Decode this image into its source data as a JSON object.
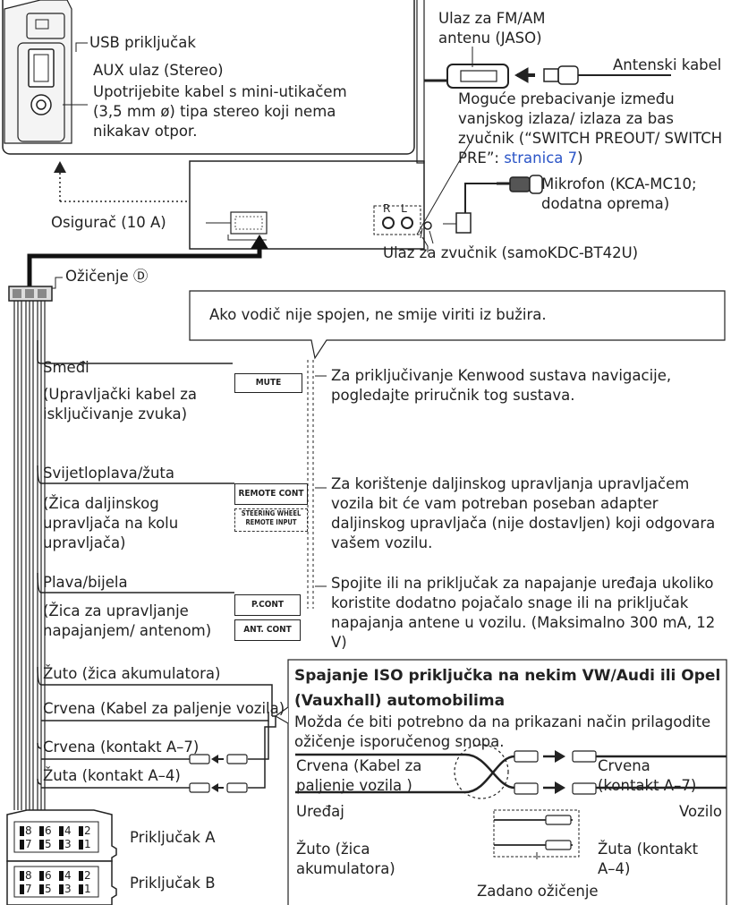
{
  "unit_box": {
    "usb_label": "USB priključak",
    "aux_label": "AUX ulaz (Stereo)",
    "aux_note": "Upotrijebite kabel s mini-utikačem (3,5 mm ø) tipa stereo koji nema nikakav otpor."
  },
  "top": {
    "fm_am_input": "Ulaz za FM/AM antenu (JASO)",
    "antenna_cable": "Antenski kabel",
    "switch_note": "Moguće prebacivanje između vanjskog izlaza/ izlaza za bas zvučnik (“SWITCH PREOUT/ SWITCH PRE”: ",
    "switch_link": "stranica 7",
    "switch_close": ")",
    "microphone": "Mikrofon (KCA-MC10; dodatna oprema)",
    "fuse": "Osigurač (10 A)",
    "speaker_input": "Ulaz za zvučnik (samoKDC-BT42U)",
    "rl_labels": "R  L"
  },
  "harness": {
    "label": "Ožičenje Ⓓ",
    "callout": "Ako vodič nije spojen, ne smije viriti iz bužira."
  },
  "wires": {
    "brown": "Smeđi",
    "brown_desc": "(Upravljački kabel za isključivanje zvuka)",
    "mute_box": "MUTE",
    "mute_note": "Za priključivanje Kenwood sustava navigacije, pogledajte priručnik tog sustava.",
    "lightblue": "Svijetloplava/žuta",
    "lightblue_desc": "(Žica daljinskog upravljača na kolu upravljača)",
    "remote_box": "REMOTE CONT",
    "steering_box": "STEERING WHEEL REMOTE INPUT",
    "remote_note": "Za korištenje daljinskog upravljanja upravljačem vozila bit će vam potreban poseban adapter daljinskog upravljača (nije dostavljen) koji odgovara vašem vozilu.",
    "blue": "Plava/bijela",
    "blue_desc": "(Žica za upravljanje napajanjem/ antenom)",
    "pcont_box": "P.CONT",
    "antcont_box": "ANT. CONT",
    "pcont_note": "Spojite ili na priključak za napajanje uređaja ukoliko koristite dodatno pojačalo snage ili na priključak napajanja antene u vozilu. (Maksimalno 300 mA, 12 V)",
    "yellow": "Žuto (žica akumulatora)",
    "red": "Crvena (Kabel za paljenje vozila)",
    "red_a7": "Crvena (kontakt A–7)",
    "yellow_a4": "Žuta (kontakt A–4)"
  },
  "connectors": {
    "a_label": "Priključak A",
    "b_label": "Priključak B",
    "top_pins": [
      "8",
      "6",
      "4",
      "2"
    ],
    "bottom_pins": [
      "7",
      "5",
      "3",
      "1"
    ]
  },
  "iso_box": {
    "title": "Spajanje ISO priključka na nekim VW/Audi ili Opel (Vauxhall) automobilima",
    "desc": "Možda će biti potrebno da na prikazani način prilagodite ožičenje isporučenog snopa.",
    "red_left": "Crvena (Kabel za paljenje vozila )",
    "red_right": "Crvena (kontakt A–7)",
    "device": "Uređaj",
    "vehicle": "Vozilo",
    "yellow_left": "Žuto (žica akumulatora)",
    "yellow_right": "Žuta (kontakt A–4)",
    "default": "Zadano ožičenje"
  }
}
